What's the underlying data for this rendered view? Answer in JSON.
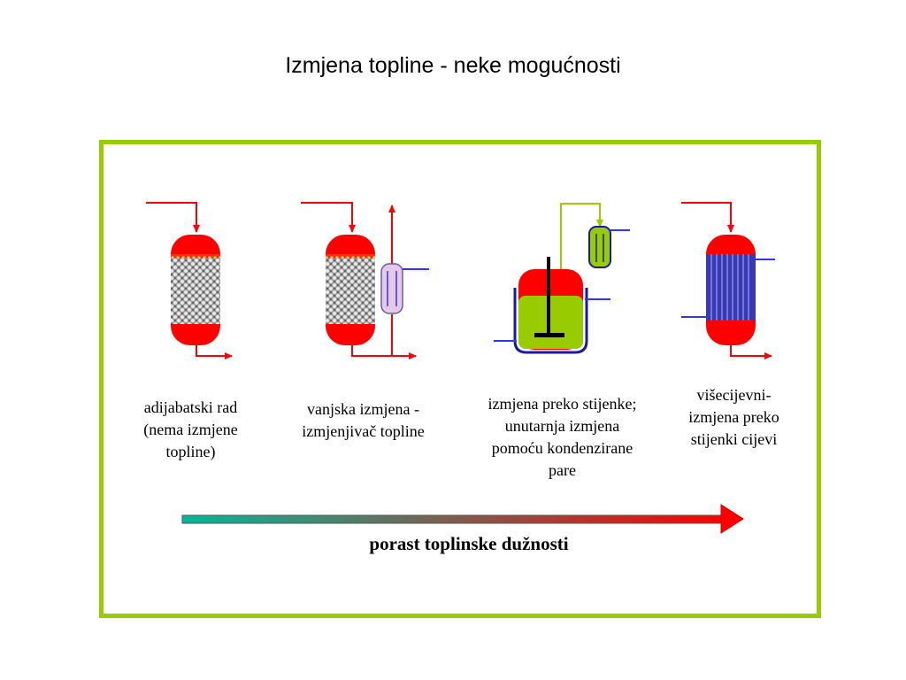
{
  "slide": {
    "title": "Izmjena topline - neke mogućnosti"
  },
  "diagram": {
    "captions": [
      {
        "line1": "adijabatski rad",
        "line2": "(nema izmjene",
        "line3": "topline)"
      },
      {
        "line1": "vanjska izmjena -",
        "line2": "izmjenjivač topline"
      },
      {
        "line1": "izmjena preko stijenke;",
        "line2": "unutarnja izmjena",
        "line3": "pomoću kondenzirane",
        "line4": "pare"
      },
      {
        "line1": "višecijevni-",
        "line2": "izmjena preko",
        "line3": "stijenki cijevi"
      }
    ],
    "arrow_label": "porast toplinske dužnosti",
    "colors": {
      "frame": "#99cc00",
      "vessel": "#ff0000",
      "flow": "#ff0000",
      "coolant": "#3333ff",
      "liquid": "#99cc00",
      "jacket": "#1a1aa0",
      "packing": "#c0c0c0",
      "gradient_start": "#00b89a",
      "gradient_end": "#ff0000"
    }
  }
}
